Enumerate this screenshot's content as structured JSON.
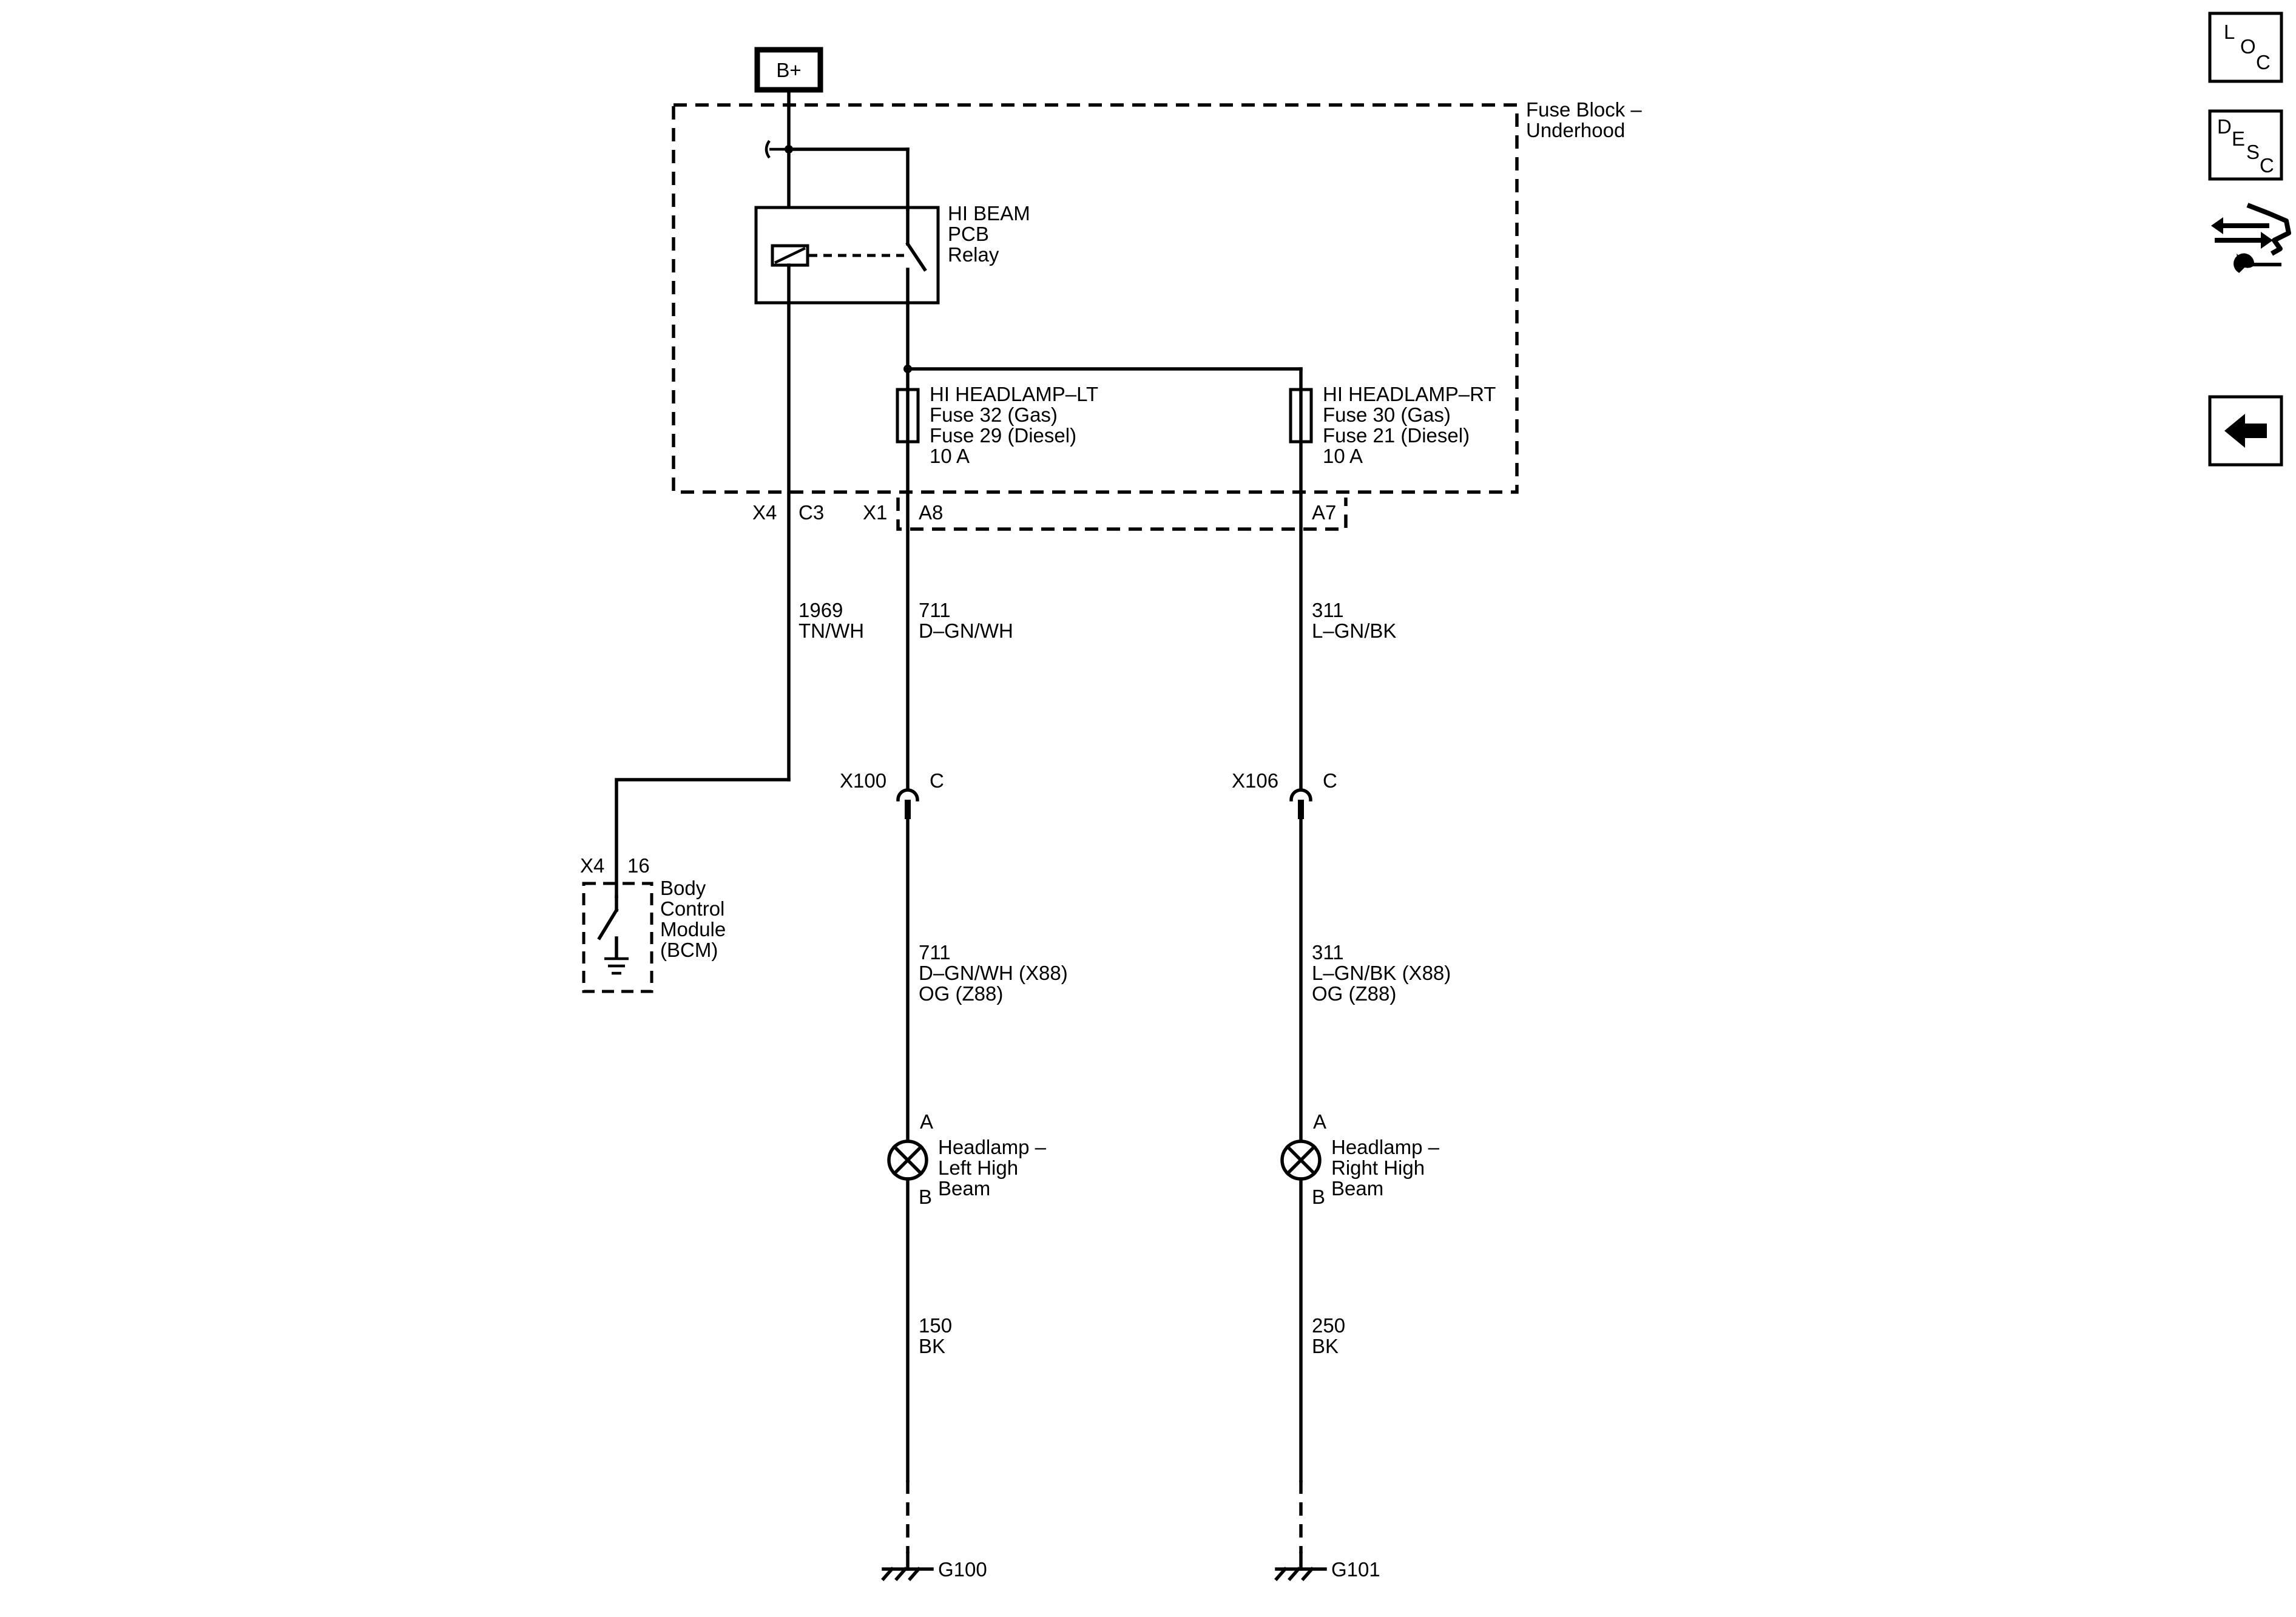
{
  "power": {
    "label": "B+"
  },
  "fuse_block": {
    "line1": "Fuse Block –",
    "line2": "Underhood"
  },
  "relay": {
    "line1": "HI BEAM",
    "line2": "PCB",
    "line3": "Relay"
  },
  "fuse_lt": {
    "line1": "HI HEADLAMP–LT",
    "line2": "Fuse 32 (Gas)",
    "line3": "Fuse 29 (Diesel)",
    "line4": "10 A"
  },
  "fuse_rt": {
    "line1": "HI HEADLAMP–RT",
    "line2": "Fuse 30 (Gas)",
    "line3": "Fuse 21 (Diesel)",
    "line4": "10 A"
  },
  "connectors": {
    "x4_top": "X4",
    "c3": "C3",
    "x1": "X1",
    "a8": "A8",
    "a7": "A7",
    "x100": "X100",
    "x100_pin": "C",
    "x106": "X106",
    "x106_pin": "C",
    "x4_bcm": "X4",
    "bcm_pin": "16"
  },
  "wires": {
    "w1969": {
      "circuit": "1969",
      "color": "TN/WH"
    },
    "w711_top": {
      "circuit": "711",
      "color": "D–GN/WH"
    },
    "w311_top": {
      "circuit": "311",
      "color": "L–GN/BK"
    },
    "w711_bot": {
      "circuit": "711",
      "color1": "D–GN/WH (X88)",
      "color2": "OG (Z88)"
    },
    "w311_bot": {
      "circuit": "311",
      "color1": "L–GN/BK (X88)",
      "color2": "OG (Z88)"
    },
    "w150": {
      "circuit": "150",
      "color": "BK"
    },
    "w250": {
      "circuit": "250",
      "color": "BK"
    }
  },
  "bcm": {
    "line1": "Body",
    "line2": "Control",
    "line3": "Module",
    "line4": "(BCM)"
  },
  "lamp_left": {
    "pin_a": "A",
    "pin_b": "B",
    "line1": "Headlamp –",
    "line2": "Left High",
    "line3": "Beam"
  },
  "lamp_right": {
    "pin_a": "A",
    "pin_b": "B",
    "line1": "Headlamp –",
    "line2": "Right High",
    "line3": "Beam"
  },
  "grounds": {
    "left": "G100",
    "right": "G101"
  },
  "nav": {
    "loc": {
      "l": "L",
      "o": "O",
      "c": "C"
    },
    "desc": {
      "d": "D",
      "e": "E",
      "s": "S",
      "c": "C"
    },
    "icons": [
      "location-icon",
      "description-icon",
      "connector-tool-icon",
      "back-arrow-icon"
    ]
  }
}
